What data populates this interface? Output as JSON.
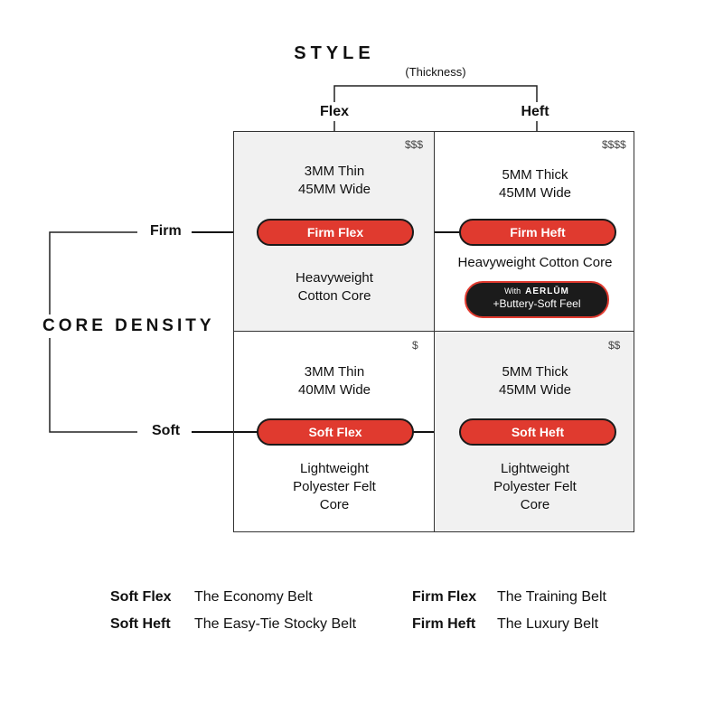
{
  "style": {
    "title": "STYLE",
    "subtitle": "(Thickness)"
  },
  "columns": [
    "Flex",
    "Heft"
  ],
  "rows": [
    "Firm",
    "Soft"
  ],
  "core_density_label": "CORE DENSITY",
  "cells": {
    "firm_flex": {
      "price": "$$$",
      "spec_1": "3MM Thin",
      "spec_2": "45MM Wide",
      "name": "Firm Flex",
      "core_1": "Heavyweight",
      "core_2": "Cotton Core"
    },
    "firm_heft": {
      "price": "$$$$",
      "spec_1": "5MM Thick",
      "spec_2": "45MM Wide",
      "name": "Firm Heft",
      "core_1": "Heavyweight Cotton Core",
      "badge": {
        "prefix": "With",
        "brand": "AERLŪM",
        "text": "+Buttery-Soft Feel"
      }
    },
    "soft_flex": {
      "price": "$",
      "spec_1": "3MM Thin",
      "spec_2": "40MM Wide",
      "name": "Soft Flex",
      "core_1": "Lightweight",
      "core_2": "Polyester Felt",
      "core_3": "Core"
    },
    "soft_heft": {
      "price": "$$",
      "spec_1": "5MM Thick",
      "spec_2": "45MM Wide",
      "name": "Soft Heft",
      "core_1": "Lightweight",
      "core_2": "Polyester Felt",
      "core_3": "Core"
    }
  },
  "legend": [
    {
      "name": "Soft Flex",
      "desc": "The Economy Belt"
    },
    {
      "name": "Soft Heft",
      "desc": "The Easy-Tie Stocky Belt"
    },
    {
      "name": "Firm Flex",
      "desc": "The Training Belt"
    },
    {
      "name": "Firm Heft",
      "desc": "The Luxury Belt"
    }
  ],
  "colors": {
    "accent_red": "#e03a2f",
    "pill_dark": "#1b1b1b",
    "cell_shade": "#f1f1f1"
  }
}
